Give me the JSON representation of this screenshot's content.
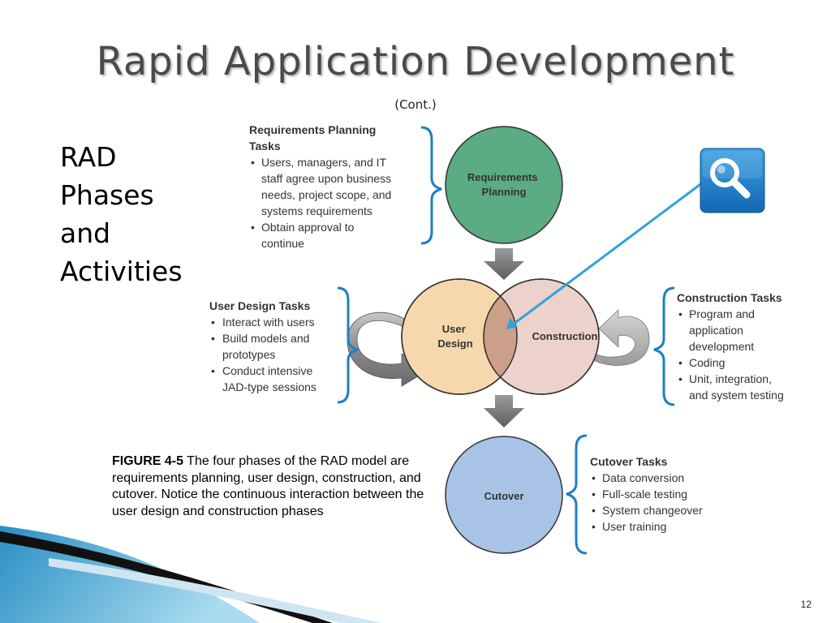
{
  "slide": {
    "title": "Rapid Application Development",
    "subtitle": "(Cont.)",
    "left_heading": [
      "RAD",
      "Phases",
      "and",
      "Activities"
    ],
    "page_number": "12"
  },
  "caption": {
    "label": "FIGURE 4-5",
    "text": " The four phases of the RAD model are requirements planning, user design, construction, and cutover. Notice the continuous interaction between the user design and construction phases"
  },
  "phases": {
    "requirements_planning": [
      "Requirements",
      "Planning"
    ],
    "user_design": [
      "User",
      "Design"
    ],
    "construction": "Construction",
    "cutover": "Cutover"
  },
  "tasks": {
    "requirements_planning": {
      "heading": [
        "Requirements Planning",
        "Tasks"
      ],
      "items": [
        [
          "Users, managers, and IT",
          "staff agree upon business",
          "needs, project scope, and",
          "systems requirements"
        ],
        [
          "Obtain approval to",
          "continue"
        ]
      ]
    },
    "user_design": {
      "heading": [
        "User Design Tasks"
      ],
      "items": [
        [
          "Interact with users"
        ],
        [
          "Build models and",
          "prototypes"
        ],
        [
          "Conduct intensive",
          "JAD-type sessions"
        ]
      ]
    },
    "construction": {
      "heading": [
        "Construction Tasks"
      ],
      "items": [
        [
          "Program and",
          "application",
          "development"
        ],
        [
          "Coding"
        ],
        [
          "Unit, integration,",
          "and system testing"
        ]
      ]
    },
    "cutover": {
      "heading": [
        "Cutover Tasks"
      ],
      "items": [
        [
          "Data conversion"
        ],
        [
          "Full-scale testing"
        ],
        [
          "System changeover"
        ],
        [
          "User training"
        ]
      ]
    }
  },
  "colors": {
    "requirements_circle": "#5bab83",
    "user_design_circle": "#f6d8ad",
    "construction_circle": "#ecd2cb",
    "overlap": "#cc9f8b",
    "cutover_circle": "#a9c3e6",
    "bracket": "#1f7fc0",
    "pointer_line": "#2ea3dc",
    "arrow_gray": "#707070",
    "search_tile": "#1f82cc"
  },
  "icons": {
    "search": "magnifier-icon"
  }
}
